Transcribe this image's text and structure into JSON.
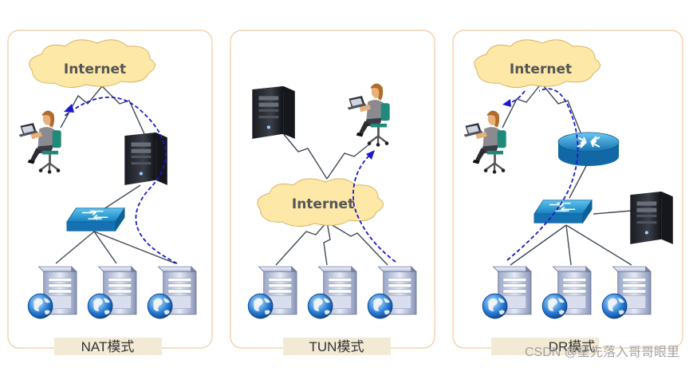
{
  "panels": [
    {
      "mode_label": "NAT模式",
      "cloud_label": "Internet"
    },
    {
      "mode_label": "TUN模式",
      "cloud_label": "Internet"
    },
    {
      "mode_label": "DR模式",
      "cloud_label": "Internet"
    }
  ],
  "watermark": "CSDN @星先落入哥哥眼里",
  "colors": {
    "panel_border": "#f2c9a0",
    "cloud_fill": "#fde8a8",
    "cloud_stroke": "#d8b460",
    "switch_fill": "#1f9ad6",
    "router_fill": "#1a8fd0",
    "path_dashed": "#1a1acc",
    "label_bg": "#f3ead6",
    "line": "#404a55"
  }
}
